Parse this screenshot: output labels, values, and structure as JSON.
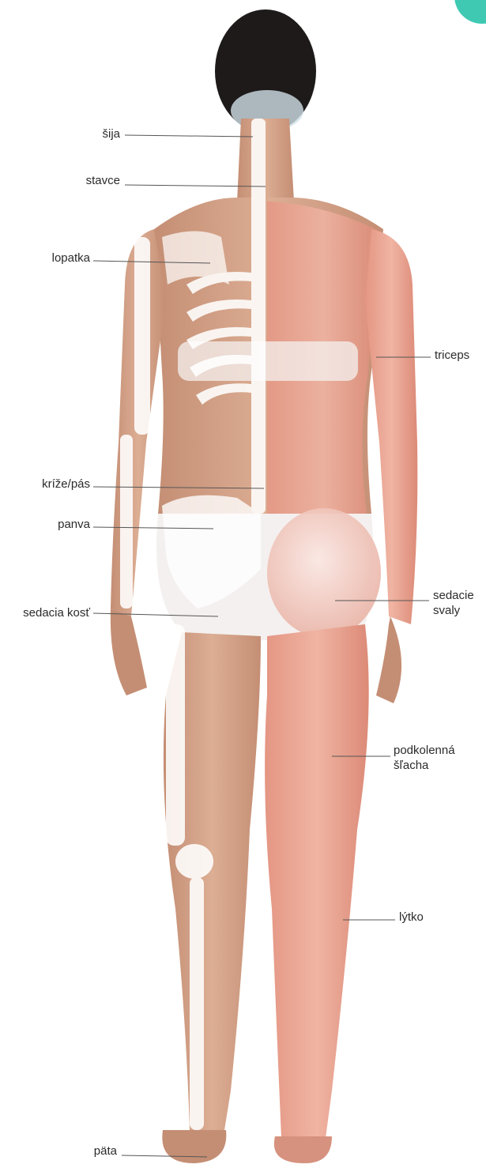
{
  "labels": {
    "sija": "šija",
    "stavce": "stavce",
    "lopatka": "lopatka",
    "triceps": "triceps",
    "krize_pas": "kríže/pás",
    "panva": "panva",
    "sedacia_kost": "sedacia kosť",
    "sedacie_svaly": "sedacie\nsvaly",
    "podkolenna_slacha": "podkolenná\nšľacha",
    "lytko": "lýtko",
    "pata": "päta"
  },
  "colors": {
    "skin": "#d9a98f",
    "skin_shadow": "#b8826a",
    "muscle": "#e8a08c",
    "muscle_line": "#c86f5c",
    "bone": "#ffffff",
    "hair": "#1e1a1a",
    "cloth": "#f4f0ef",
    "accent": "#3fc9b3"
  }
}
